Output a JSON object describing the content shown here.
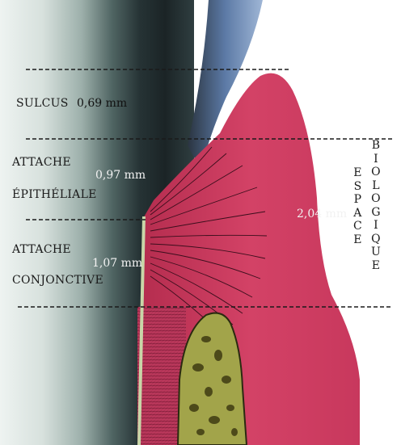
{
  "labels": {
    "sulcus": "SULCUS",
    "sulcus_value": "0,69 mm",
    "attache_epi_line1": "ATTACHE",
    "attache_epi_line2": "ÉPITHÉLIALE",
    "attache_epi_value": "0,97 mm",
    "attache_conj_line1": "ATTACHE",
    "attache_conj_line2": "CONJONCTIVE",
    "attache_conj_value": "1,07 mm",
    "espace_value": "2,04 mm",
    "espace_word": "ESPACE",
    "biologique_word": "BIOLOGIQUE"
  },
  "colors": {
    "gingiva": "#cf3d60",
    "bone": "#a2a44a",
    "enamel_blue": "#6f8fb8",
    "tooth_dark": "#1e2a2c"
  }
}
